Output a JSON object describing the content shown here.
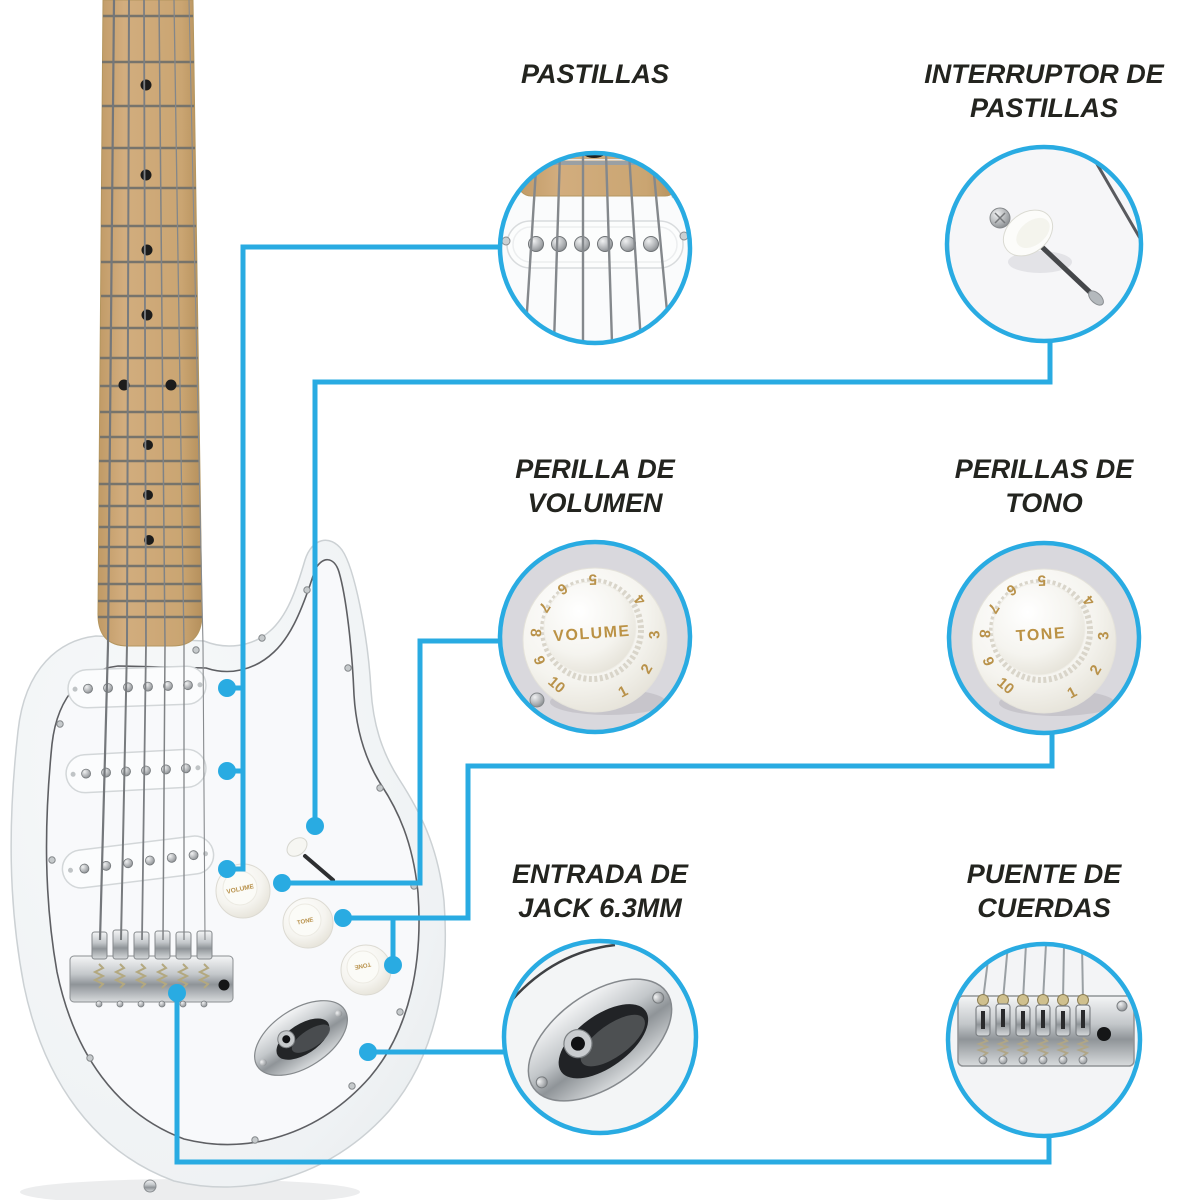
{
  "accent_color": "#29ABE2",
  "background_color": "#FFFFFF",
  "text_color": "#23241F",
  "gold_color": "#B9924A",
  "callouts": {
    "pastillas": {
      "label_line1": "PASTILLAS",
      "label_line2": ""
    },
    "interruptor": {
      "label_line1": "INTERRUPTOR DE",
      "label_line2": "PASTILLAS"
    },
    "volumen": {
      "label_line1": "PERILLA DE",
      "label_line2": "VOLUMEN"
    },
    "tono": {
      "label_line1": "PERILLAS DE",
      "label_line2": "TONO"
    },
    "jack": {
      "label_line1": "ENTRADA DE",
      "label_line2": "JACK 6.3MM"
    },
    "puente": {
      "label_line1": "PUENTE DE",
      "label_line2": "CUERDAS"
    }
  },
  "knobs": {
    "volume_text": "VOLUME",
    "tone_text": "TONE",
    "numbers": [
      "1",
      "2",
      "3",
      "4",
      "5",
      "6",
      "7",
      "8",
      "9",
      "10"
    ]
  }
}
